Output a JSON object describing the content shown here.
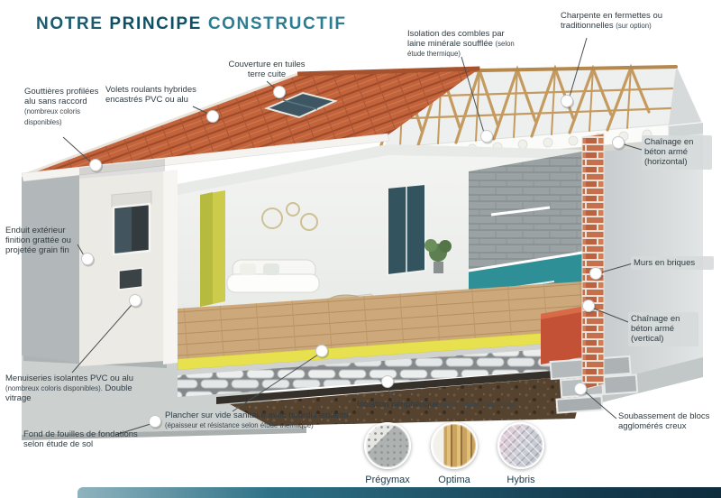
{
  "title": {
    "word1": "NOTRE",
    "word2": "PRINCIPE",
    "word3": "CONSTRUCTIF"
  },
  "callouts": {
    "gouttieres": {
      "text": "Gouttières profilées alu sans raccord",
      "note": "(nombreux coloris disponibles)"
    },
    "volets": {
      "text": "Volets roulants hybrides encastrés PVC ou alu"
    },
    "couverture": {
      "text": "Couverture en tuiles terre cuite"
    },
    "combles": {
      "text": "Isolation des combles par laine minérale soufflée",
      "note": "(selon étude thermique)"
    },
    "charpente": {
      "text": "Charpente en fermettes ou traditionnelles",
      "note": "(sur option)"
    },
    "chainage_horizontal": {
      "text": "Chaînage en béton armé (horizontal)"
    },
    "murs_briques": {
      "text": "Murs en briques"
    },
    "chainage_vertical": {
      "text": "Chaînage en béton armé (vertical)"
    },
    "enduit": {
      "text": "Enduit extérieur finition grattée ou projetée grain fin"
    },
    "menuiseries": {
      "text": "Menuiseries isolantes PVC ou alu",
      "note": "(nombreux coloris disponibles).",
      "text2": "Double vitrage"
    },
    "fond_fouilles": {
      "text": "Fond de fouilles de fondations selon étude de sol"
    },
    "plancher": {
      "text": "Plancher sur vide sanitaire avec hourdis isolants",
      "note": "(épaisseur et résistance selon étude thermique)"
    },
    "isolation_peripherique": {
      "text": "Isolation périphérique",
      "note": "(selon étude thermique)"
    },
    "soubassement": {
      "text": "Soubassement de blocs agglomérés creux"
    }
  },
  "legend": {
    "items": [
      {
        "name": "Prégymax",
        "swatch": "plaster-grey"
      },
      {
        "name": "Optima",
        "swatch": "wood-fibre-insulation"
      },
      {
        "name": "Hybris",
        "swatch": "reflective-insulation"
      }
    ]
  },
  "colors": {
    "title_primary": "#1c5a6e",
    "title_emphasis": "#0d4f63",
    "title_secondary": "#2d7d92",
    "roof_terracotta": "#c2633c",
    "brick_orange": "#c76f4a",
    "insulation_yellow": "#e7e04f",
    "kitchen_teal": "#2f8f96",
    "chainage_orange": "#c25136",
    "bottom_bar_dark": "#143a4d",
    "label_text": "#2e3b42"
  }
}
